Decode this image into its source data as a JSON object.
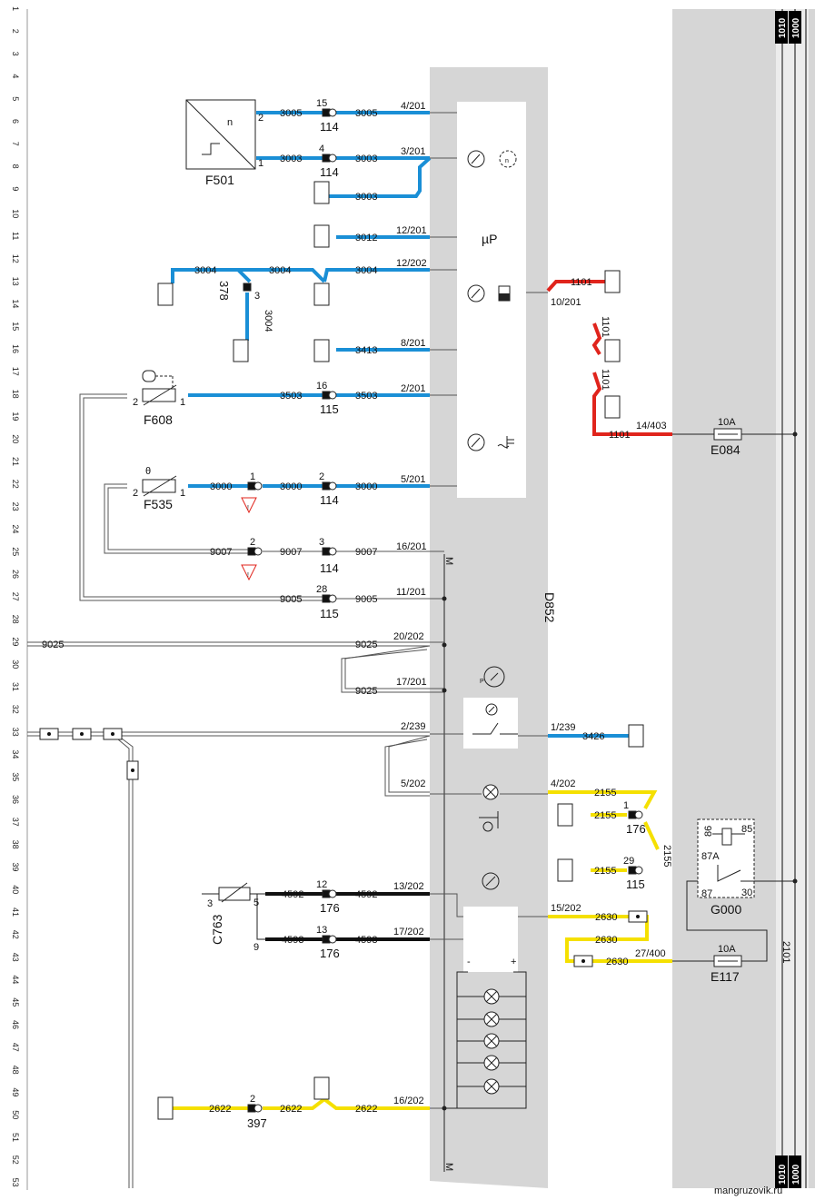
{
  "bus_labels": {
    "left": "1010",
    "right": "1000"
  },
  "ecu_label": "D852",
  "microprocessor": "µP",
  "mass_label": "M",
  "watermark": "mangruzovik.ru",
  "components": {
    "F501": "F501",
    "F608": "F608",
    "F535": "F535",
    "C763": "C763",
    "E084": "E084",
    "E117": "E117",
    "G000": "G000",
    "E084_rating": "10A",
    "E117_rating": "10A"
  },
  "relay_pins": {
    "p86": "86",
    "p85": "85",
    "p87A": "87A",
    "p87": "87",
    "p30": "30"
  },
  "wires": {
    "w3005": "3005",
    "w3003": "3003",
    "w3012": "3012",
    "w3004": "3004",
    "w3413": "3413",
    "w3503": "3503",
    "w3000": "3000",
    "w9007": "9007",
    "w9005": "9005",
    "w9025": "9025",
    "w3426": "3426",
    "w2155": "2155",
    "w4592": "4592",
    "w4593": "4593",
    "w2630": "2630",
    "w2622": "2622",
    "w1101": "1101",
    "w2101": "2101"
  },
  "pins": {
    "p4_201": "4/201",
    "p3_201": "3/201",
    "p12_201": "12/201",
    "p12_202": "12/202",
    "p8_201": "8/201",
    "p2_201": "2/201",
    "p5_201": "5/201",
    "p16_201": "16/201",
    "p11_201": "11/201",
    "p20_202": "20/202",
    "p17_201": "17/201",
    "p2_239": "2/239",
    "p1_239": "1/239",
    "p5_202": "5/202",
    "p4_202": "4/202",
    "p13_202": "13/202",
    "p17_202": "17/202",
    "p15_202": "15/202",
    "p27_400": "27/400",
    "p16_202": "16/202",
    "p10_201": "10/201",
    "p14_403": "14/403"
  },
  "connectors": {
    "c114": "114",
    "c115": "115",
    "c176": "176",
    "c378": "378",
    "c397": "397",
    "n15": "15",
    "n4": "4",
    "n16": "16",
    "n1": "1",
    "n2": "2",
    "n3": "3",
    "n28": "28",
    "n12": "12",
    "n13": "13",
    "n29": "29",
    "n5": "5",
    "n9": "9"
  },
  "row_numbers": [
    "1",
    "2",
    "3",
    "4",
    "5",
    "6",
    "7",
    "8",
    "9",
    "10",
    "11",
    "12",
    "13",
    "14",
    "15",
    "16",
    "17",
    "18",
    "19",
    "20",
    "21",
    "22",
    "23",
    "24",
    "25",
    "26",
    "27",
    "28",
    "29",
    "30",
    "31",
    "32",
    "33",
    "34",
    "35",
    "36",
    "37",
    "38",
    "39",
    "40",
    "41",
    "42",
    "43",
    "44",
    "45",
    "46",
    "47",
    "48",
    "49",
    "50",
    "51",
    "52",
    "53"
  ],
  "colors": {
    "blue": "#1a8fd6",
    "red": "#e0241c",
    "yellow": "#f5e000",
    "black": "#111111",
    "grey_panel": "#d6d6d6"
  }
}
